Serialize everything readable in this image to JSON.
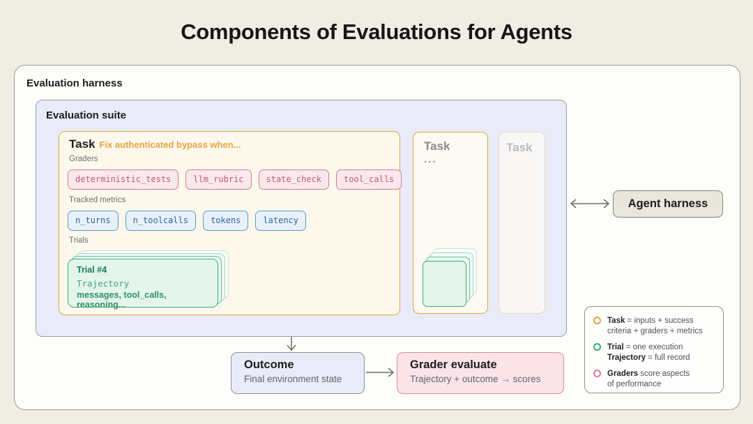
{
  "title": "Components of Evaluations for Agents",
  "harness": {
    "label": "Evaluation harness"
  },
  "suite": {
    "label": "Evaluation suite",
    "task1": {
      "title": "Task",
      "subtitle": "Fix authenticated bypass when...",
      "graders_label": "Graders",
      "graders": [
        "deterministic_tests",
        "llm_rubric",
        "state_check",
        "tool_calls"
      ],
      "metrics_label": "Tracked metrics",
      "metrics": [
        "n_turns",
        "n_toolcalls",
        "tokens",
        "latency"
      ],
      "trials_label": "Trials",
      "trial": {
        "title": "Trial #4",
        "line1": "Trajectory",
        "line2": "messages, tool_calls, reasoning..."
      }
    },
    "task2": {
      "title": "Task",
      "ellipsis": "..."
    },
    "task3": {
      "title": "Task"
    }
  },
  "agent_harness": {
    "label": "Agent harness"
  },
  "outcome": {
    "title": "Outcome",
    "subtitle": "Final environment state"
  },
  "grader_evaluate": {
    "title": "Grader evaluate",
    "subtitle": "Trajectory + outcome → scores"
  },
  "legend": {
    "items": [
      {
        "color": "#dca843",
        "lines": [
          [
            {
              "b": "Task"
            },
            {
              "t": " = inputs + success"
            }
          ],
          [
            {
              "t": "criteria + graders + metrics"
            }
          ]
        ]
      },
      {
        "color": "#36ad7c",
        "lines": [
          [
            {
              "b": "Trial"
            },
            {
              "t": " = one execution"
            }
          ],
          [
            {
              "b": "Trajectory"
            },
            {
              "t": " = full record"
            }
          ]
        ]
      },
      {
        "color": "#d37b90",
        "lines": [
          [
            {
              "b": "Graders"
            },
            {
              "t": " score aspects"
            }
          ],
          [
            {
              "t": "of performance"
            }
          ]
        ]
      }
    ]
  },
  "colors": {
    "task_accent": "#e6a440",
    "grader_accent": "#d37b90",
    "metric_accent": "#5f98c7",
    "trial_accent": "#3fac7d",
    "page_bg": "#f0ede3",
    "suite_bg": "#e9ebf8"
  }
}
